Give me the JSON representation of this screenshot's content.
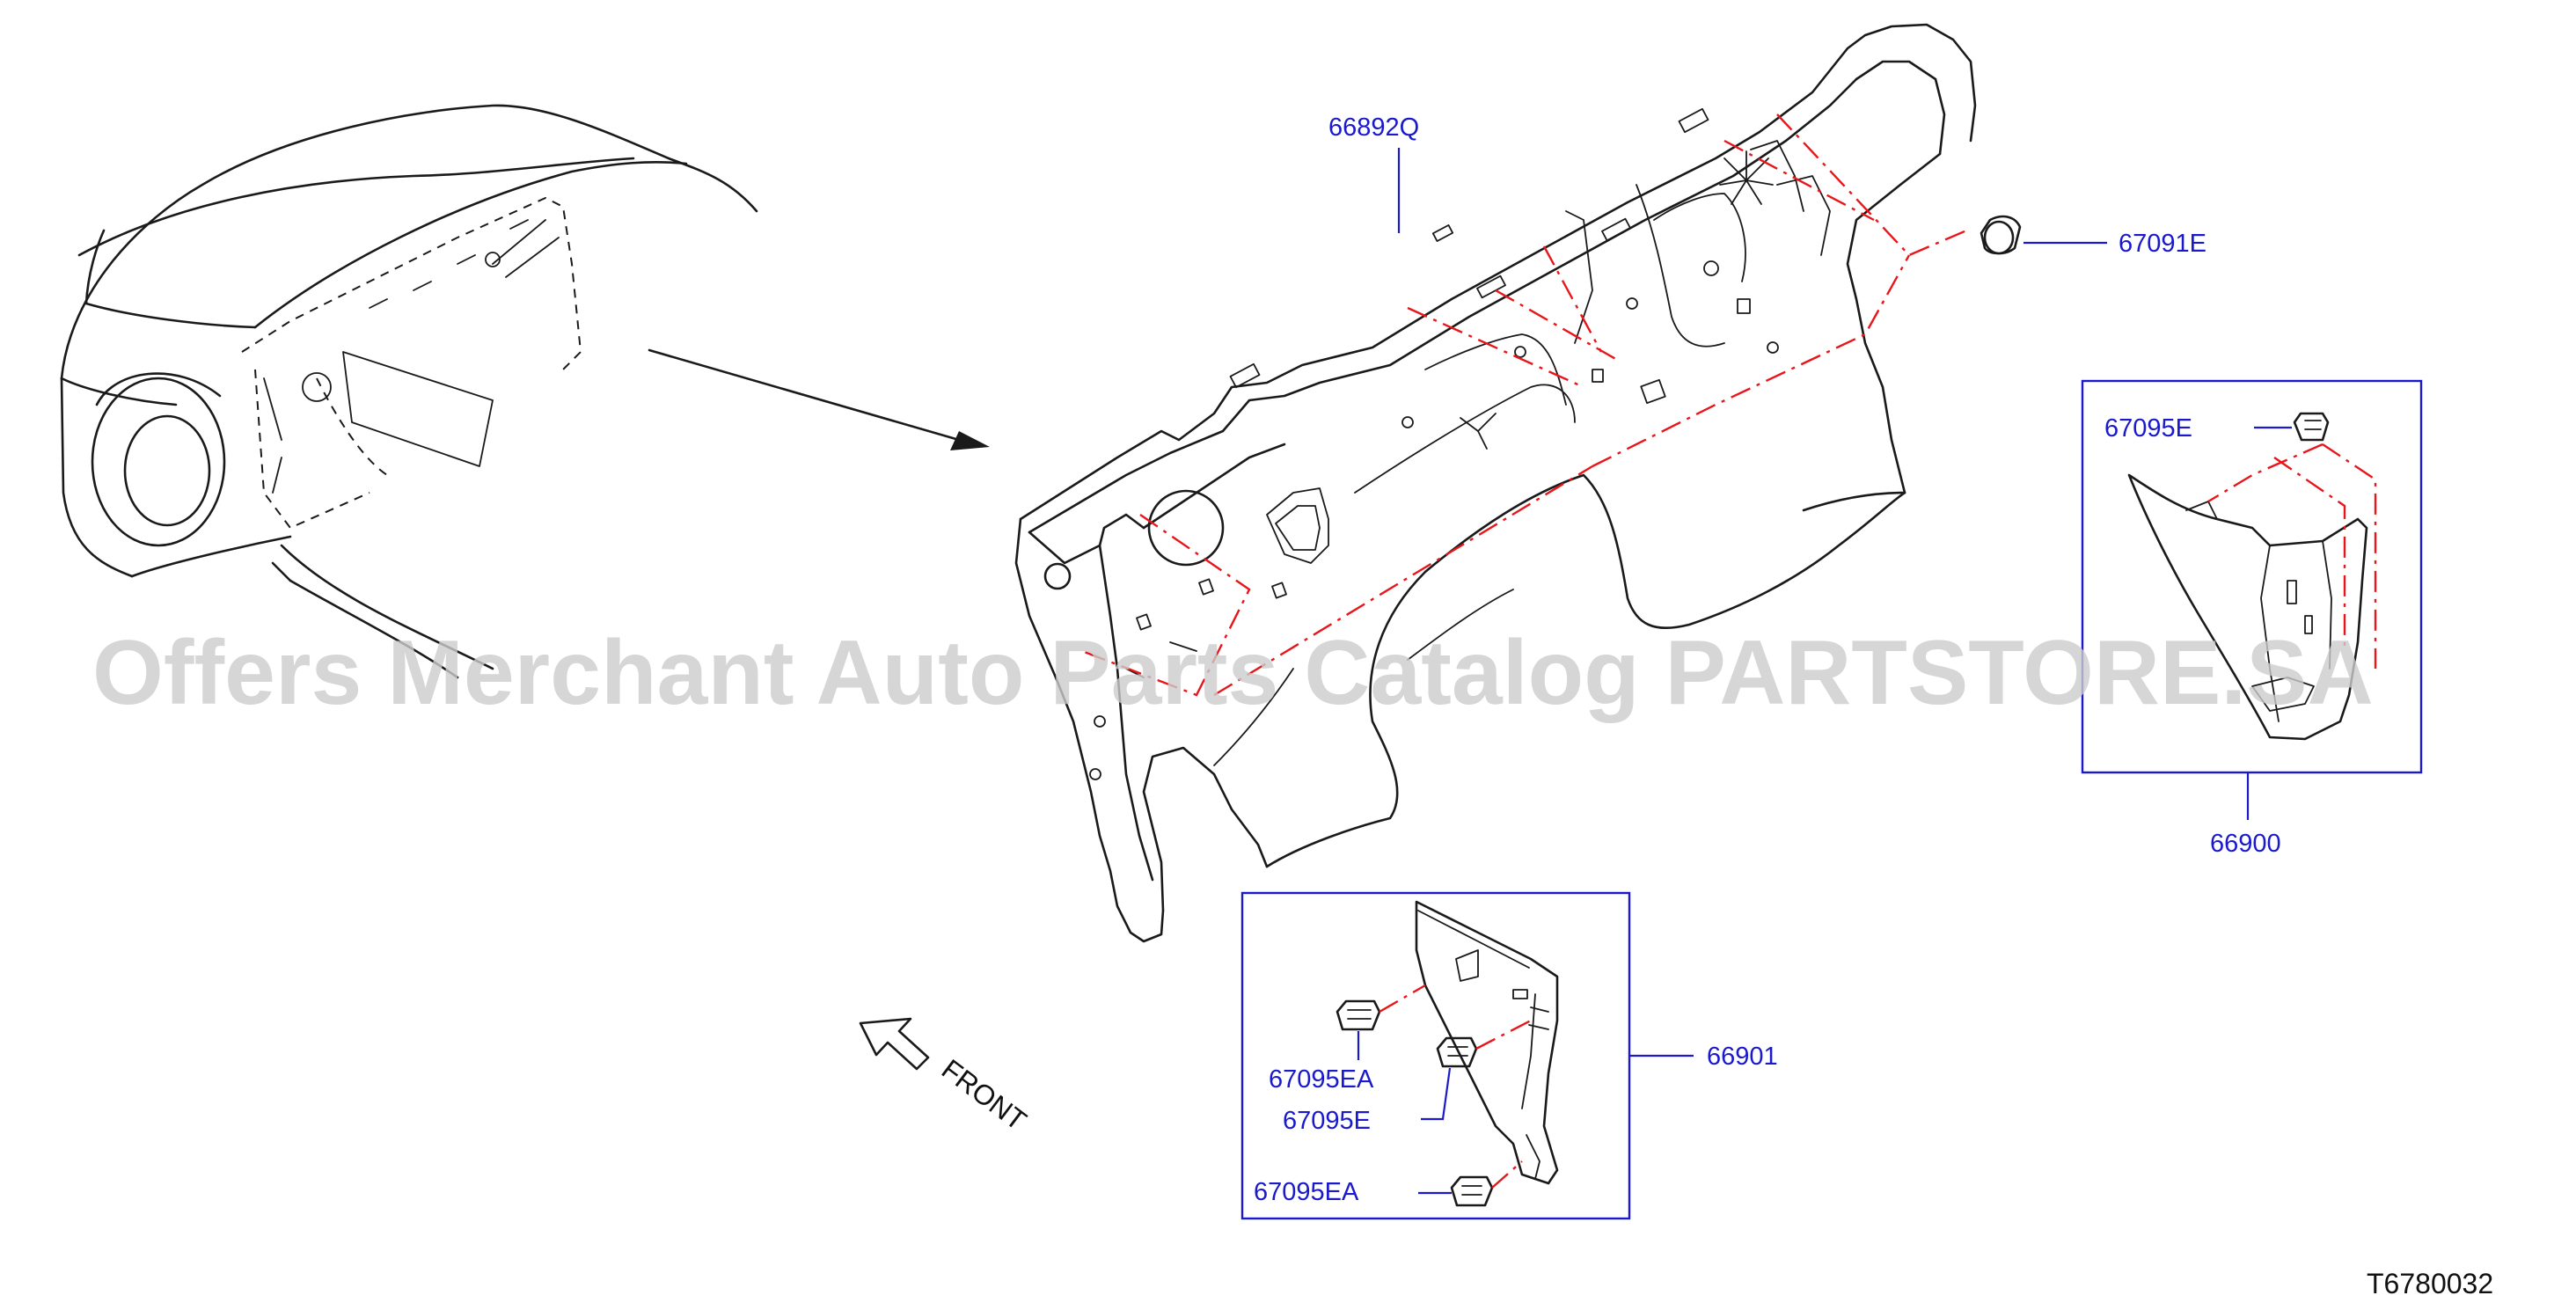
{
  "diagram": {
    "reference_code": "T6780032",
    "direction_label": "FRONT",
    "watermark": "Offers Merchant Auto Parts Catalog PARTSTORE.SA",
    "part_labels": {
      "dash_insulator": "66892Q",
      "grommet": "67091E",
      "clip_right": "67095E",
      "side_insulator_right": "66900",
      "side_insulator_left": "66901",
      "clip_left_upper": "67095EA",
      "clip_left_middle": "67095E",
      "clip_left_lower": "67095EA"
    }
  }
}
